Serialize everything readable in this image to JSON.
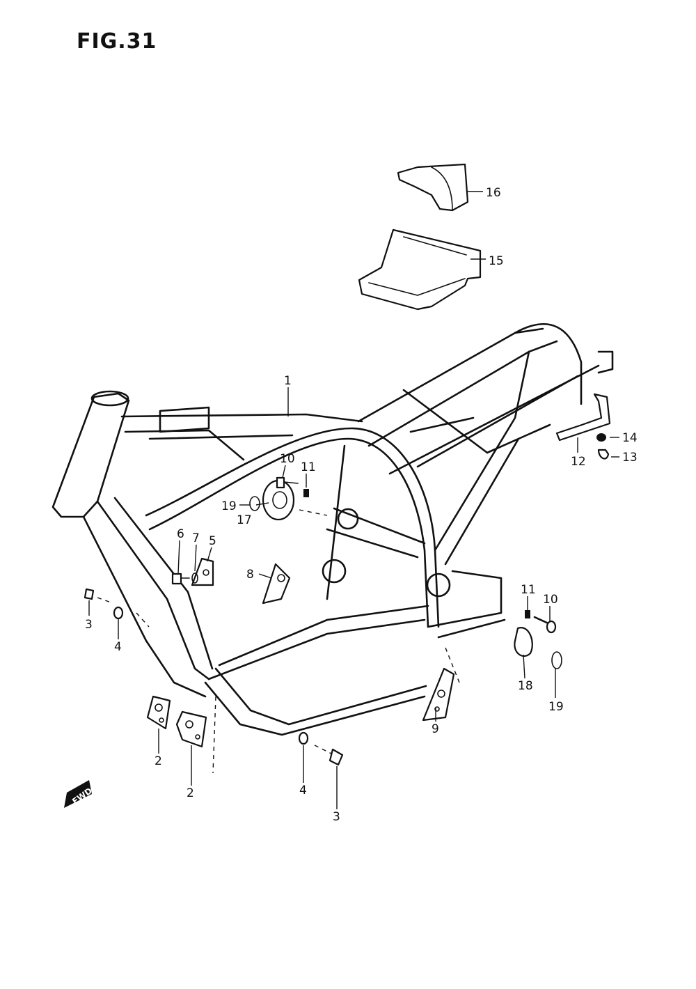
{
  "figure": {
    "title": "FIG.31"
  },
  "direction_marker": {
    "label": "FWD"
  },
  "callouts": [
    {
      "id": "c1",
      "label": "1"
    },
    {
      "id": "c2a",
      "label": "2"
    },
    {
      "id": "c2b",
      "label": "2"
    },
    {
      "id": "c3a",
      "label": "3"
    },
    {
      "id": "c3b",
      "label": "3"
    },
    {
      "id": "c4a",
      "label": "4"
    },
    {
      "id": "c4b",
      "label": "4"
    },
    {
      "id": "c5",
      "label": "5"
    },
    {
      "id": "c6",
      "label": "6"
    },
    {
      "id": "c7",
      "label": "7"
    },
    {
      "id": "c8",
      "label": "8"
    },
    {
      "id": "c9",
      "label": "9"
    },
    {
      "id": "c10a",
      "label": "10"
    },
    {
      "id": "c10b",
      "label": "10"
    },
    {
      "id": "c11a",
      "label": "11"
    },
    {
      "id": "c11b",
      "label": "11"
    },
    {
      "id": "c12",
      "label": "12"
    },
    {
      "id": "c13",
      "label": "13"
    },
    {
      "id": "c14",
      "label": "14"
    },
    {
      "id": "c15",
      "label": "15"
    },
    {
      "id": "c16",
      "label": "16"
    },
    {
      "id": "c17",
      "label": "17"
    },
    {
      "id": "c18",
      "label": "18"
    },
    {
      "id": "c19a",
      "label": "19"
    },
    {
      "id": "c19b",
      "label": "19"
    }
  ]
}
